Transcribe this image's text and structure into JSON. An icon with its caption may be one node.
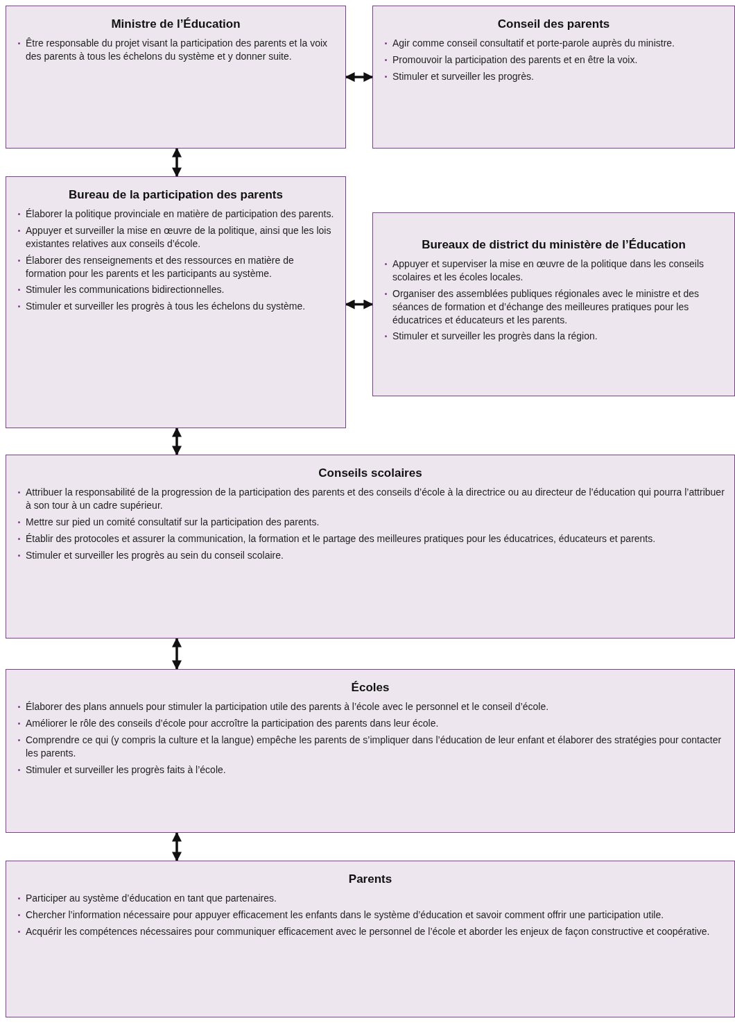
{
  "diagram": {
    "nodes": [
      {
        "text": [
          "Ministre de l’Éducation",
          "Être responsable du projet visant la participation des parents et la voix des parents à tous les échelons du système et y donner suite."
        ]
      },
      {
        "text": [
          "Conseil des parents",
          "Agir comme conseil consultatif et porte-parole auprès du ministre.",
          "Promouvoir la participation des parents et en être la voix.",
          "Stimuler et surveiller les progrès."
        ]
      },
      {
        "text": [
          "Bureau de la participation des parents",
          "Élaborer la politique provinciale en matière de participation des parents.",
          "Appuyer et surveiller la mise en œuvre de la politique, ainsi que les lois existantes relatives aux conseils d’école.",
          "Élaborer des renseignements et des ressources en matière de formation pour les parents et les participants au système.",
          "Stimuler les communications bidirectionnelles.",
          "Stimuler et surveiller les progrès à tous les échelons du système."
        ]
      },
      {
        "text": [
          "Bureaux de district du ministère de l’Éducation",
          "Appuyer et superviser la mise en œuvre de la politique dans les conseils scolaires et les écoles locales.",
          "Organiser des assemblées publiques régionales avec le ministre et des séances de formation et d’échange des meilleures pratiques pour les éducatrices et éducateurs et les parents.",
          "Stimuler et surveiller les progrès dans la région."
        ]
      },
      {
        "text": [
          "Conseils scolaires",
          "Attribuer la responsabilité de la progression de la participation des parents et des conseils d’école à la directrice ou au directeur de l’éducation qui pourra l’attribuer à son tour à un cadre supérieur.",
          "Mettre sur pied un comité consultatif sur la participation des parents.",
          "Établir des protocoles et assurer la communication, la formation et le partage des meilleures pratiques pour les éducatrices, éducateurs et parents.",
          "Stimuler et surveiller les progrès au sein du conseil scolaire."
        ]
      },
      {
        "text": [
          "Écoles",
          "Élaborer des plans annuels pour stimuler la participation utile des parents à l’école avec le personnel et le conseil d’école.",
          "Améliorer le rôle des conseils d’école pour accroître la participation des parents dans leur école.",
          "Comprendre ce qui (y compris la culture et la langue) empêche les parents de s’impliquer dans l’éducation de leur enfant et élaborer des stratégies pour contacter les parents.",
          "Stimuler et surveiller les progrès faits à l’école."
        ]
      },
      {
        "text": [
          "Parents",
          "Participer au système d’éducation en tant que partenaires.",
          "Chercher l’information nécessaire pour appuyer efficacement les enfants dans le système d’éducation et savoir comment offrir une participation utile.",
          "Acquérir les compétences nécessaires pour communiquer efficacement avec le personnel de l’école et aborder les enjeux de façon constructive et coopérative."
        ]
      }
    ],
    "edges": [
      {
        "from": 0,
        "to": 1,
        "arrow": "both"
      },
      {
        "from": 0,
        "to": 2,
        "arrow": "both"
      },
      {
        "from": 2,
        "to": 3,
        "arrow": "both"
      },
      {
        "from": 2,
        "to": 4,
        "arrow": "both"
      },
      {
        "from": 4,
        "to": 5,
        "arrow": "both"
      },
      {
        "from": 5,
        "to": 6,
        "arrow": "both"
      }
    ]
  }
}
